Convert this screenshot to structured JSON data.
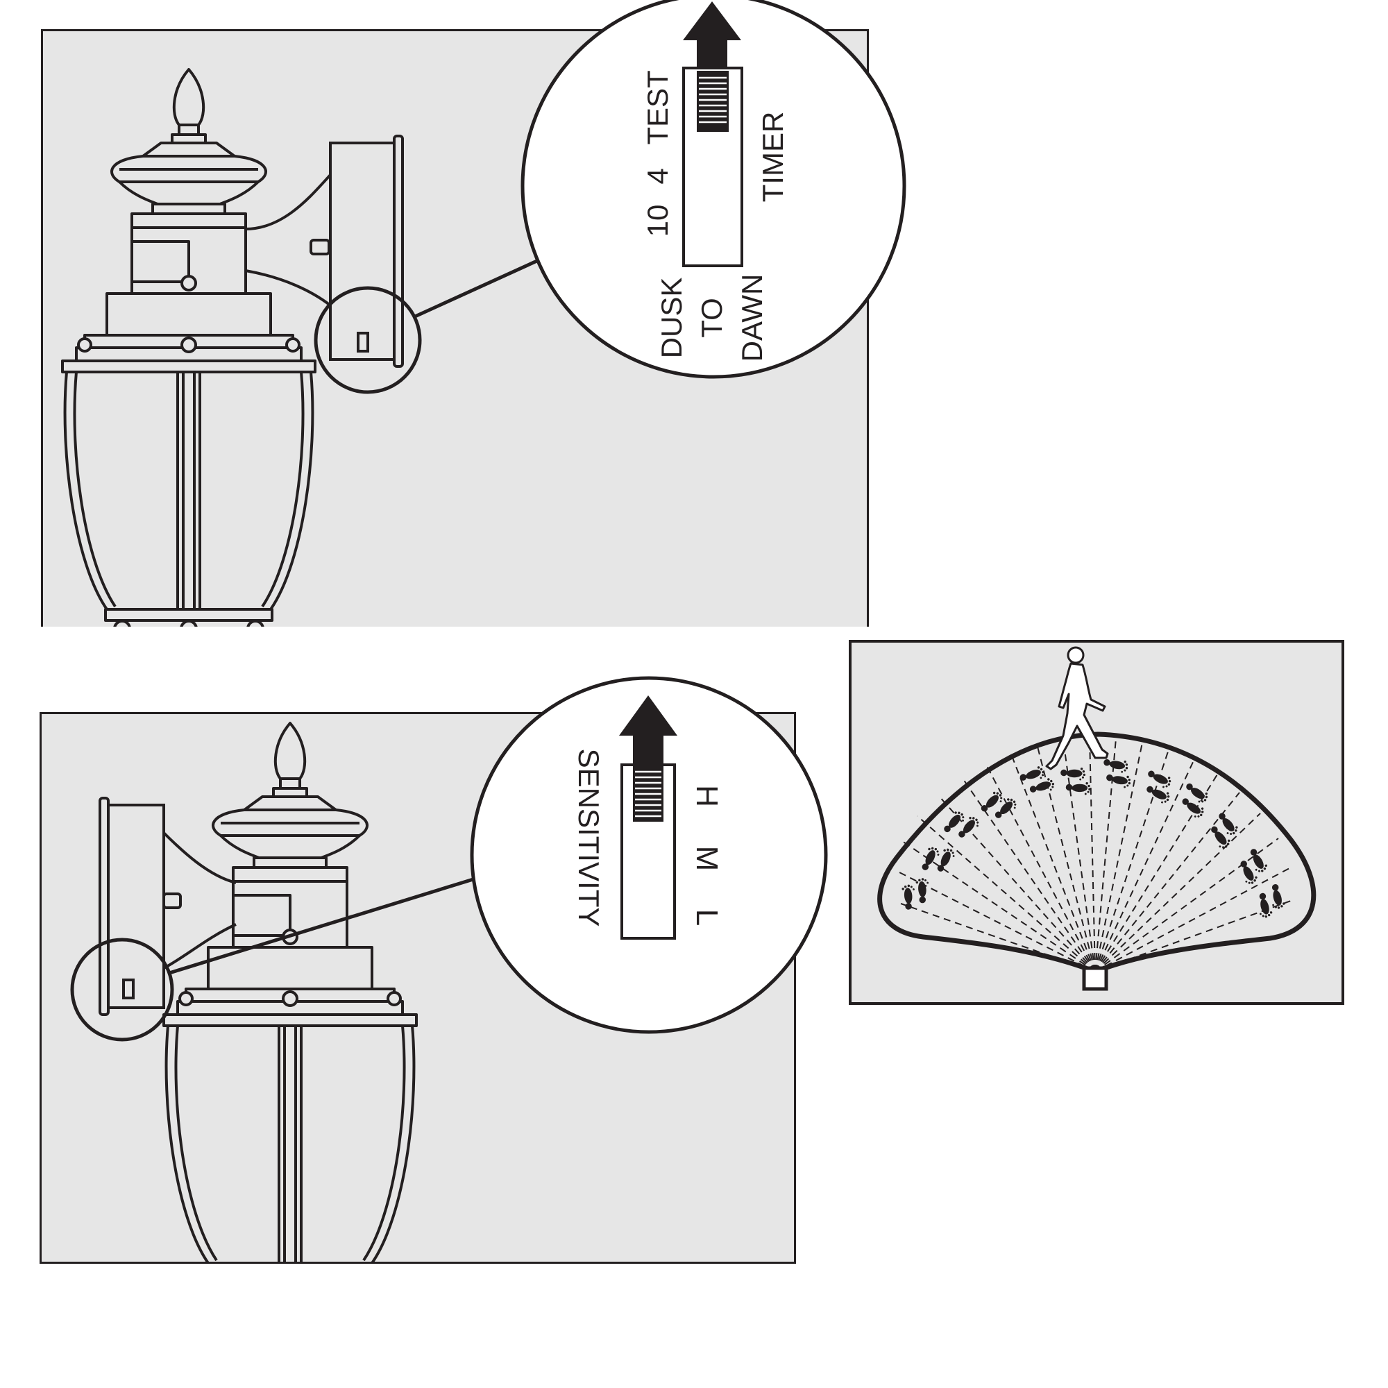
{
  "timer_panel": {
    "labels": {
      "test": "TEST",
      "four": "4",
      "ten": "10",
      "timer": "TIMER",
      "dusk": "DUSK",
      "to": "TO",
      "dawn": "DAWN"
    },
    "selected_setting": "TEST"
  },
  "sensitivity_panel": {
    "labels": {
      "sensitivity": "SENSITIVITY",
      "high": "H",
      "medium": "M",
      "low": "L"
    },
    "selected_setting": "H"
  },
  "detection_panel": {
    "footprint_count": 12
  },
  "colors": {
    "ink": "#231f20",
    "panel_fill": "#e6e6e6",
    "background": "#ffffff"
  }
}
